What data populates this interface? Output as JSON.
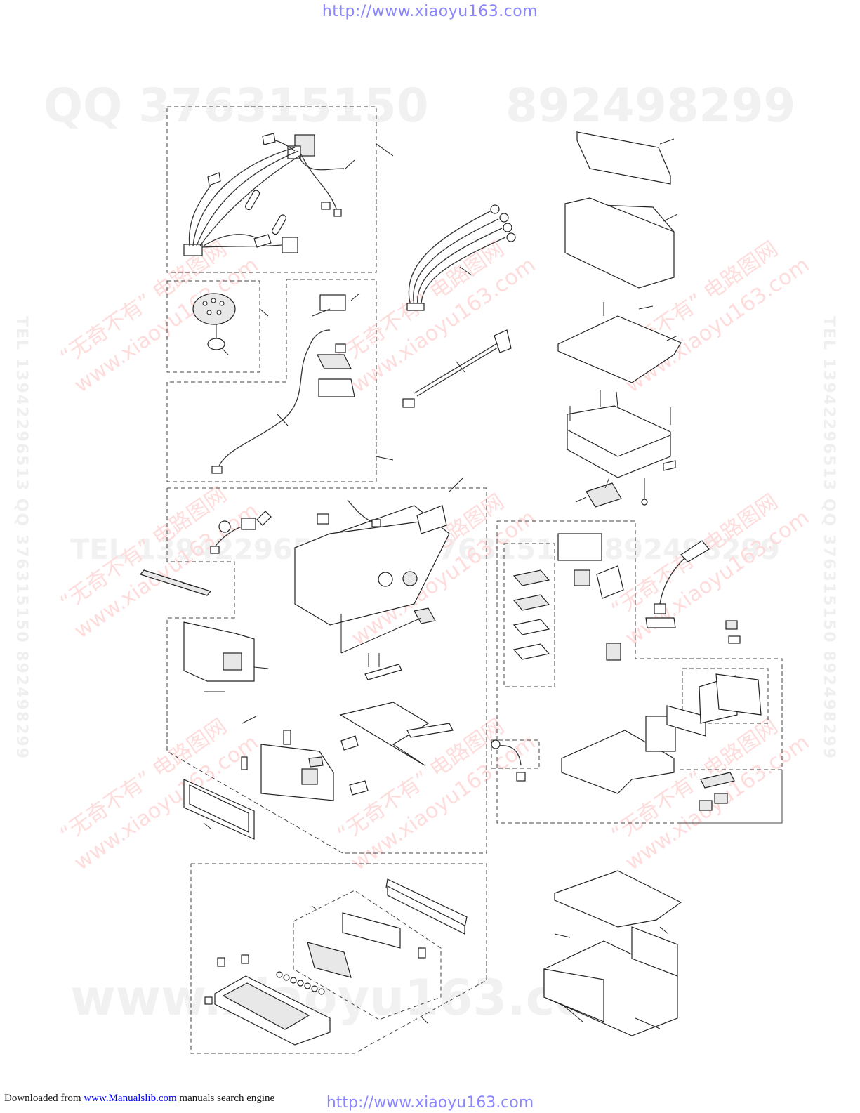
{
  "header": {
    "url_top": "http://www.xiaoyu163.com"
  },
  "watermarks": {
    "qq_line_left": "QQ 376315150",
    "qq_line_right": "892498299",
    "tel_middle": "TEL 13942296513 QQ 376315150 892498299",
    "vertical_left": "TEL 13942296513 QQ 376315150 892498299",
    "vertical_right": "TEL 13942296513 QQ 376315150 892498299",
    "site_bottom": "www.xiaoyu163.com",
    "cn_diag_1": "“无奇不有” 电路图网",
    "cn_diag_2": "www.xiaoyu163.com"
  },
  "footer": {
    "prefix": "Downloaded from",
    "link_text": "www.Manualslib.com",
    "suffix": "manuals search engine",
    "url_bottom": "http://www.xiaoyu163.com"
  }
}
